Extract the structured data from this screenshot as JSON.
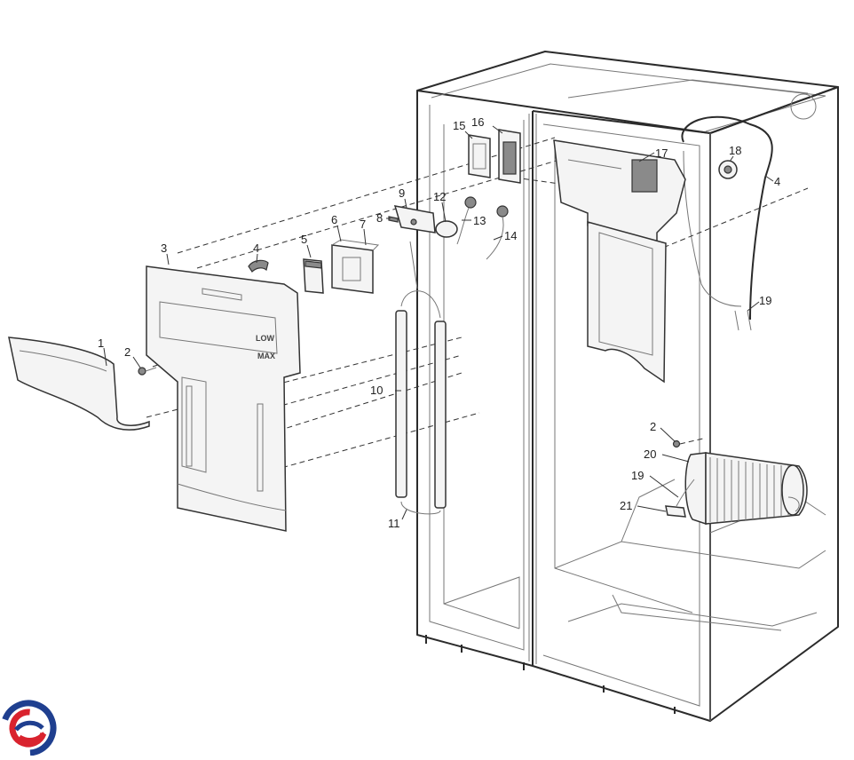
{
  "diagram": {
    "callouts": [
      {
        "label": "1"
      },
      {
        "label": "2"
      },
      {
        "label": "3"
      },
      {
        "label": "4"
      },
      {
        "label": "5"
      },
      {
        "label": "6"
      },
      {
        "label": "7"
      },
      {
        "label": "8"
      },
      {
        "label": "9"
      },
      {
        "label": "10"
      },
      {
        "label": "11"
      },
      {
        "label": "12"
      },
      {
        "label": "13"
      },
      {
        "label": "14"
      },
      {
        "label": "15"
      },
      {
        "label": "16"
      },
      {
        "label": "17"
      },
      {
        "label": "18"
      },
      {
        "label": "4"
      },
      {
        "label": "19"
      },
      {
        "label": "2"
      },
      {
        "label": "20"
      },
      {
        "label": "19"
      },
      {
        "label": "21"
      }
    ],
    "panel_marking": {
      "top": "LOW",
      "bottom": "MAX"
    },
    "logo": {
      "name": "brand-logo",
      "colors": [
        "#1f3f8f",
        "#d9232e"
      ]
    }
  }
}
